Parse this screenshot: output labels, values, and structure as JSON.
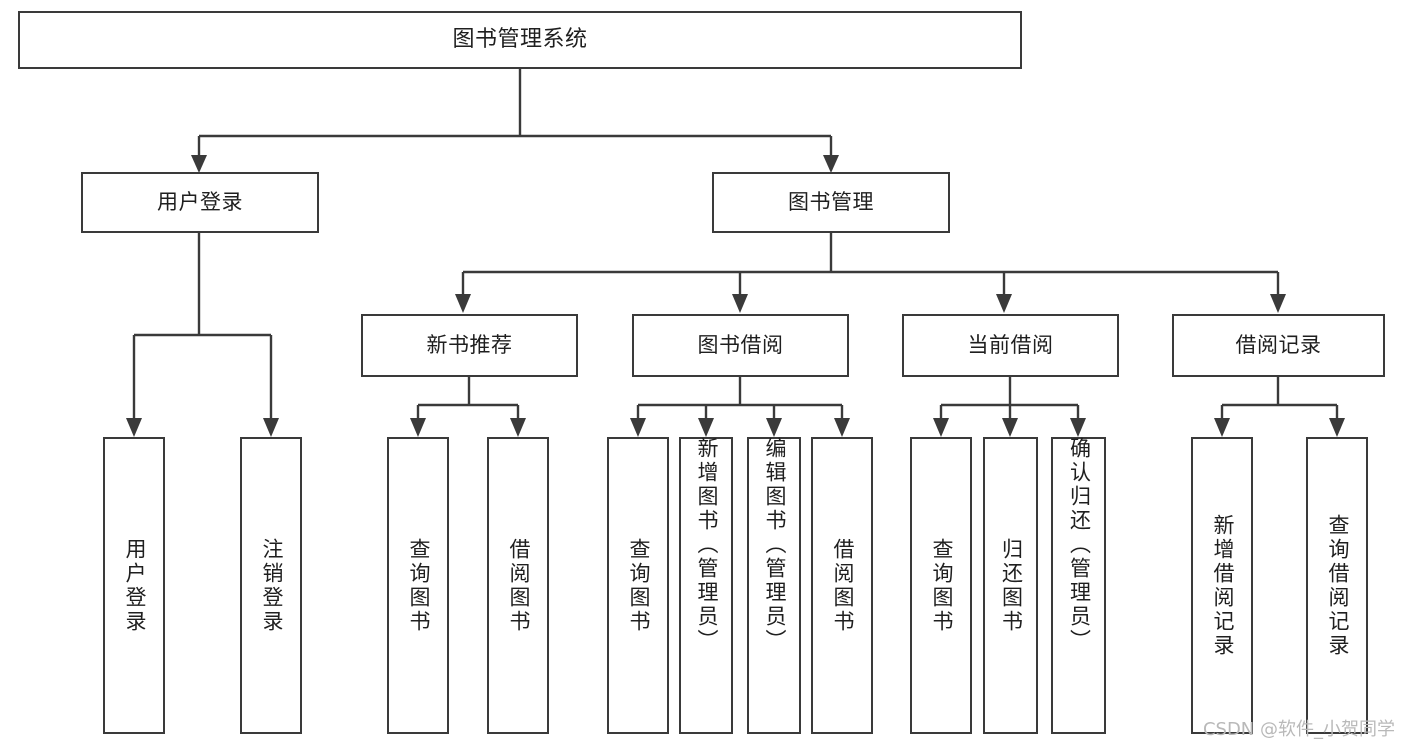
{
  "diagram": {
    "title": "图书管理系统",
    "type": "tree",
    "watermark": "CSDN @软件_小贺同学",
    "colors": {
      "border": "#3a3a3a",
      "fill": "#ffffff",
      "text": "#1f1f1f",
      "connector": "#3a3a3a",
      "watermark": "#b9b9b9",
      "background": "#ffffff"
    }
  },
  "nodes": {
    "root": {
      "label": "图书管理系统"
    },
    "level1": [
      {
        "id": "user-login",
        "label": "用户登录"
      },
      {
        "id": "book-manage",
        "label": "图书管理"
      }
    ],
    "level2": [
      {
        "id": "new-book-recommend",
        "label": "新书推荐"
      },
      {
        "id": "book-borrow",
        "label": "图书借阅"
      },
      {
        "id": "current-borrow",
        "label": "当前借阅"
      },
      {
        "id": "borrow-record",
        "label": "借阅记录"
      }
    ],
    "leaves": {
      "user-login": [
        {
          "id": "login",
          "label": "用户登录"
        },
        {
          "id": "logout",
          "label": "注销登录"
        }
      ],
      "new-book-recommend": [
        {
          "id": "query-book-1",
          "label": "查询图书"
        },
        {
          "id": "borrow-book-1",
          "label": "借阅图书"
        }
      ],
      "book-borrow": [
        {
          "id": "query-book-2",
          "label": "查询图书"
        },
        {
          "id": "add-book",
          "label": "新增图书（管理员）"
        },
        {
          "id": "edit-book",
          "label": "编辑图书（管理员）"
        },
        {
          "id": "borrow-book-2",
          "label": "借阅图书"
        }
      ],
      "current-borrow": [
        {
          "id": "query-book-3",
          "label": "查询图书"
        },
        {
          "id": "return-book",
          "label": "归还图书"
        },
        {
          "id": "confirm-return",
          "label": "确认归还（管理员）"
        }
      ],
      "borrow-record": [
        {
          "id": "add-record",
          "label": "新增借阅记录"
        },
        {
          "id": "query-record",
          "label": "查询借阅记录"
        }
      ]
    }
  }
}
